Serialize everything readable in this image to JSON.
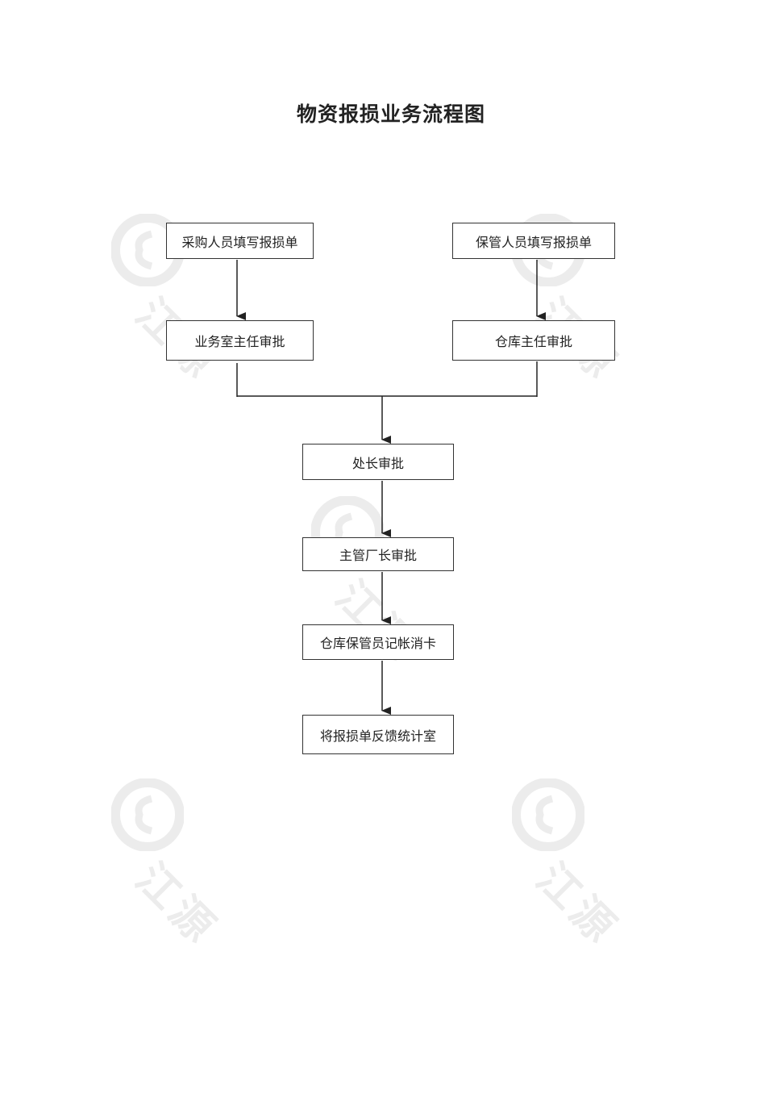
{
  "title": "物资报损业务流程图",
  "watermark": {
    "text": "江源"
  },
  "nodes": {
    "purchaser_fill": "采购人员填写报损单",
    "keeper_fill": "保管人员填写报损单",
    "business_director": "业务室主任审批",
    "warehouse_director": "仓库主任审批",
    "division_chief": "处长审批",
    "plant_manager": "主管厂长审批",
    "warehouse_keeper": "仓库保管员记帐消卡",
    "feedback": "将报损单反馈统计室"
  }
}
